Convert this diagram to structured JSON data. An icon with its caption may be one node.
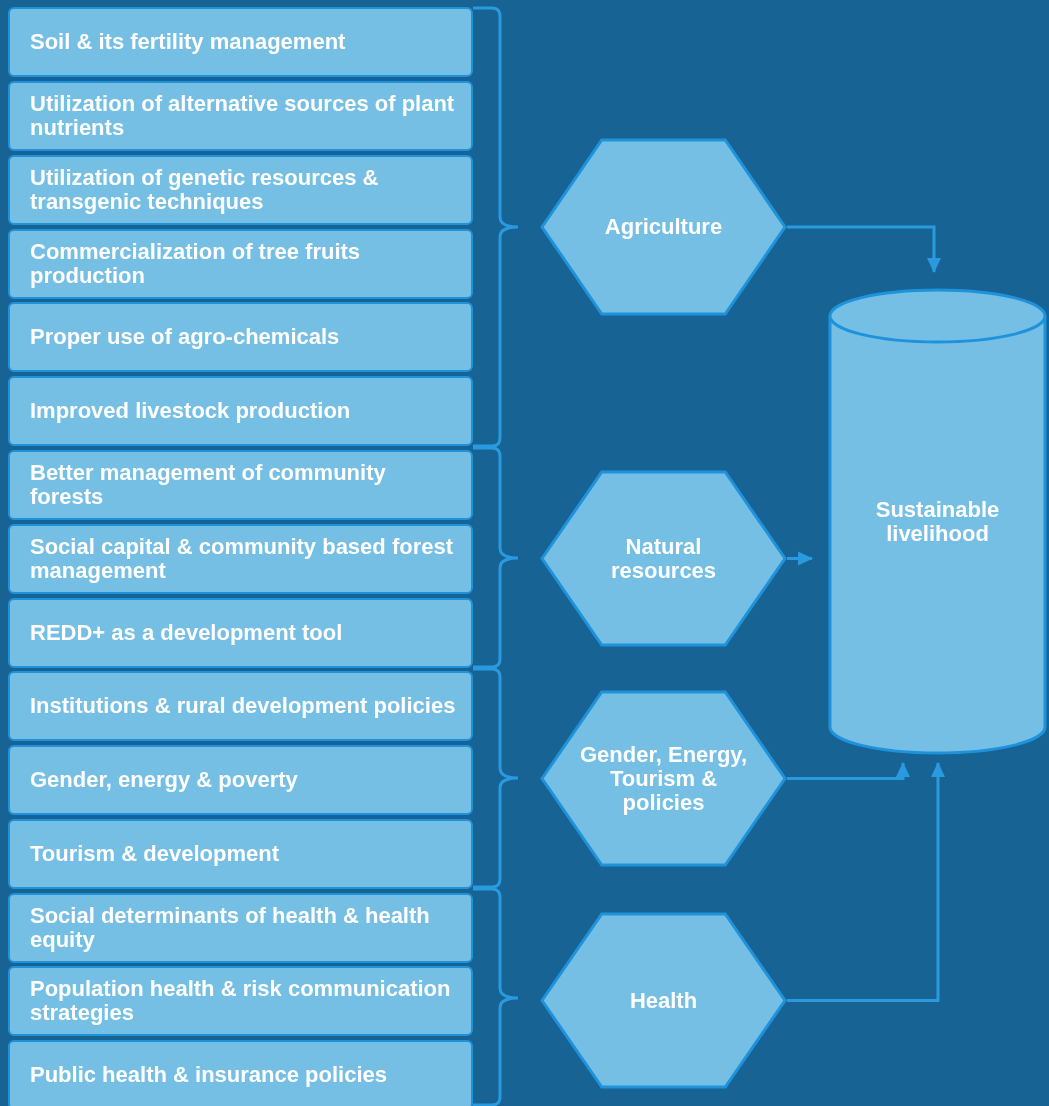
{
  "diagram": {
    "nodes": [
      {
        "text": [
          "Soil & its fertility management"
        ]
      },
      {
        "text": [
          "Utilization of alternative sources of plant nutrients"
        ]
      },
      {
        "text": [
          "Utilization of genetic resources & transgenic techniques"
        ]
      },
      {
        "text": [
          "Commercialization of tree fruits production"
        ]
      },
      {
        "text": [
          "Proper use  of agro-chemicals"
        ]
      },
      {
        "text": [
          "Improved livestock production"
        ]
      },
      {
        "text": [
          "Better management of community forests"
        ]
      },
      {
        "text": [
          "Social capital & community based forest management"
        ]
      },
      {
        "text": [
          "REDD+ as a development tool"
        ]
      },
      {
        "text": [
          "Institutions & rural development policies"
        ]
      },
      {
        "text": [
          "Gender, energy & poverty"
        ]
      },
      {
        "text": [
          "Tourism  & development"
        ]
      },
      {
        "text": [
          "Social determinants of health & health equity"
        ]
      },
      {
        "text": [
          "Population health & risk communication strategies"
        ]
      },
      {
        "text": [
          "Public health & insurance policies"
        ]
      },
      {
        "text": [
          "Agriculture"
        ]
      },
      {
        "text": [
          "Natural resources"
        ]
      },
      {
        "text": [
          "Gender, Energy, Tourism & policies"
        ]
      },
      {
        "text": [
          "Health"
        ]
      },
      {
        "text": [
          "Sustainable livelihood"
        ]
      }
    ],
    "edges": [
      {
        "from": 15,
        "to": 19,
        "arrow": "to"
      },
      {
        "from": 16,
        "to": 19,
        "arrow": "to"
      },
      {
        "from": 17,
        "to": 19,
        "arrow": "to"
      },
      {
        "from": 18,
        "to": 19,
        "arrow": "to"
      }
    ]
  }
}
